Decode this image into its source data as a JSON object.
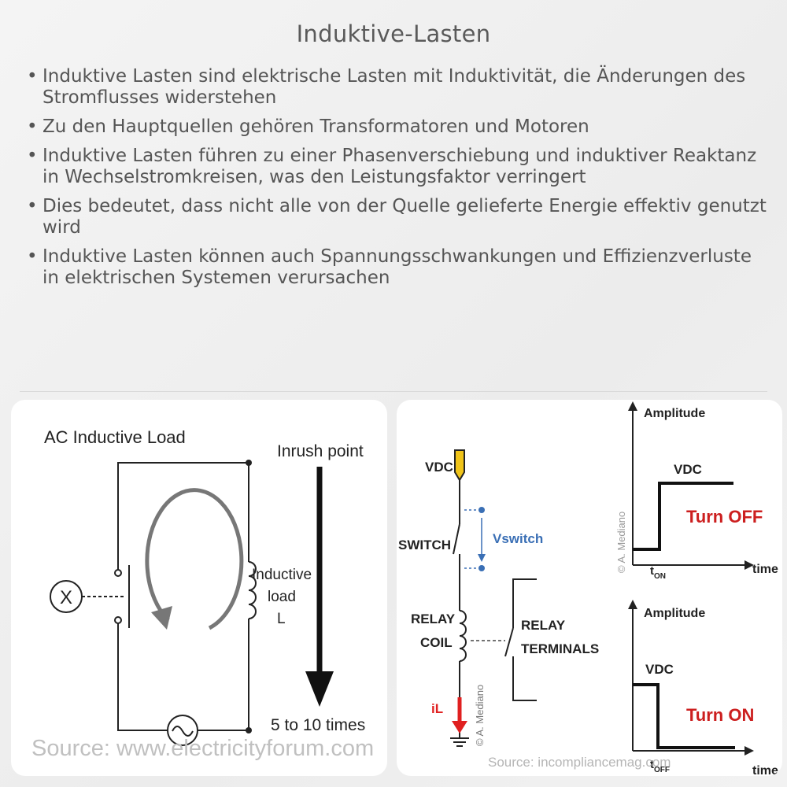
{
  "title": "Induktive-Lasten",
  "bullets": [
    "Induktive Lasten sind elektrische Lasten mit Induktivität, die Änderungen des Stromflusses widerstehen",
    "Zu den Hauptquellen gehören Transformatoren und Motoren",
    "Induktive Lasten führen zu einer Phasenverschiebung und induktiver Reaktanz in Wechselstromkreisen, was den Leistungsfaktor verringert",
    "Dies bedeutet, dass nicht alle von der Quelle gelieferte Energie effektiv genutzt wird",
    "Induktive Lasten können auch Spannungsschwankungen und Effizienzverluste in elektrischen Systemen verursachen"
  ],
  "left_figure": {
    "heading": "AC Inductive Load",
    "inrush_label": "Inrush point",
    "load_label_1": "Inductive",
    "load_label_2": "load",
    "load_label_3": "L",
    "multiplier_label": "5 to 10 times",
    "lamp_symbol": "X",
    "source": "Source: www.electricityforum.com"
  },
  "right_figure": {
    "vdc": "VDC",
    "switch": "SWITCH",
    "vswitch": "Vswitch",
    "relay_coil_1": "RELAY",
    "relay_coil_2": "COIL",
    "relay_terminals_1": "RELAY",
    "relay_terminals_2": "TERMINALS",
    "il": "iL",
    "copyright": "© A. Mediano",
    "source": "Source: incompliancemag.com",
    "graph_top": {
      "amplitude": "Amplitude",
      "vdc": "VDC",
      "state": "Turn OFF",
      "t_main": "t",
      "t_sub": "ON",
      "time": "time"
    },
    "graph_bottom": {
      "amplitude": "Amplitude",
      "vdc": "VDC",
      "state": "Turn ON",
      "t_main": "t",
      "t_sub": "OFF",
      "time": "time"
    },
    "colors": {
      "state": "#cc1f1f",
      "arrow_blue": "#3a6fb5",
      "il_arrow": "#e02020",
      "vdc_marker": "#f0c419"
    }
  }
}
